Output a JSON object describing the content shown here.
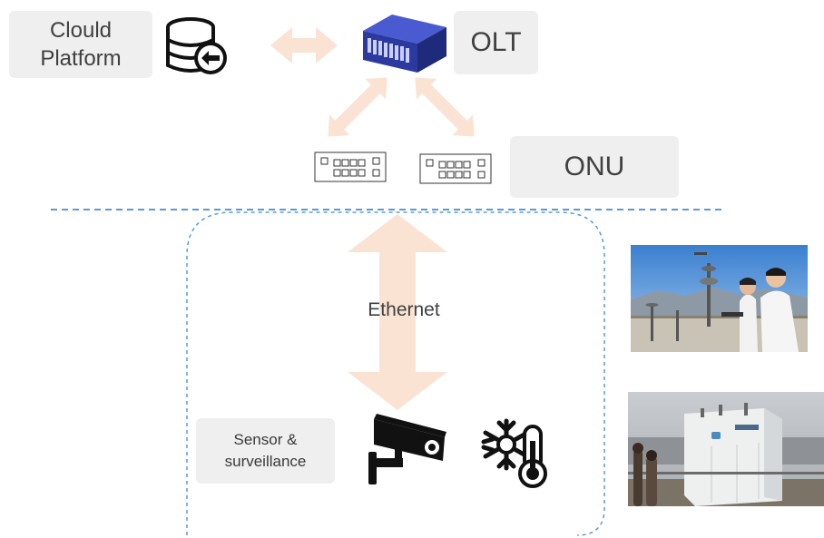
{
  "cloud_platform": {
    "line1": "Clould",
    "line2": "Platform"
  },
  "olt": {
    "label": "OLT"
  },
  "onu": {
    "label": "ONU"
  },
  "ethernet": {
    "label": "Ethernet"
  },
  "sensor": {
    "line1": "Sensor &",
    "line2": "surveillance"
  },
  "colors": {
    "arrow": "#fbe3d4",
    "dashed": "#5b9bd5",
    "label_bg": "#efefef",
    "olt_front": "#2c3aa0",
    "olt_top": "#4a5ad0"
  },
  "icons": [
    "database-arrow-icon",
    "olt-device-icon",
    "onu-device-icon",
    "cctv-camera-icon",
    "snowflake-thermometer-icon"
  ]
}
